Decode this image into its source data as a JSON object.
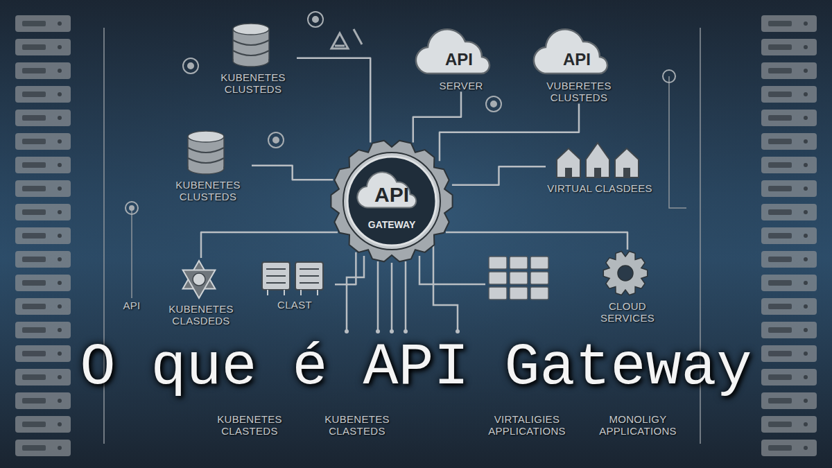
{
  "diagram": {
    "title": "O que é API Gateway",
    "nodes": [
      {
        "text": [
          "KUBENETES CLUSTEDS"
        ]
      },
      {
        "text": [
          "API",
          "SERVER"
        ]
      },
      {
        "text": [
          "API",
          "VUBERETES CLUSTEDS"
        ]
      },
      {
        "text": [
          "KUBENETES CLUSTEDS"
        ]
      },
      {
        "text": [
          "API",
          "GATEWAY"
        ]
      },
      {
        "text": [
          "VIRTUAL CLASDEES"
        ]
      },
      {
        "text": [
          "KUBENETES CLASDEDS"
        ]
      },
      {
        "text": [
          "CLAST"
        ]
      },
      {
        "text": [
          "CLOUD SERVICES"
        ]
      }
    ],
    "edges": [
      {
        "from": 4,
        "to": 0,
        "arrow": "none"
      },
      {
        "from": 4,
        "to": 1,
        "arrow": "none"
      },
      {
        "from": 4,
        "to": 2,
        "arrow": "none"
      },
      {
        "from": 4,
        "to": 3,
        "arrow": "none"
      },
      {
        "from": 4,
        "to": 5,
        "arrow": "none"
      },
      {
        "from": 4,
        "to": 6,
        "arrow": "none"
      },
      {
        "from": 4,
        "to": 7,
        "arrow": "none"
      },
      {
        "from": 4,
        "to": 8,
        "arrow": "none"
      }
    ],
    "labels": [
      "API",
      "KUBENETES CLASTEDS",
      "KUBENETES CLASTEDS",
      "VIRTALIGIES APPLICATIONS",
      "MONOLIGY APPLICATIONS"
    ]
  }
}
